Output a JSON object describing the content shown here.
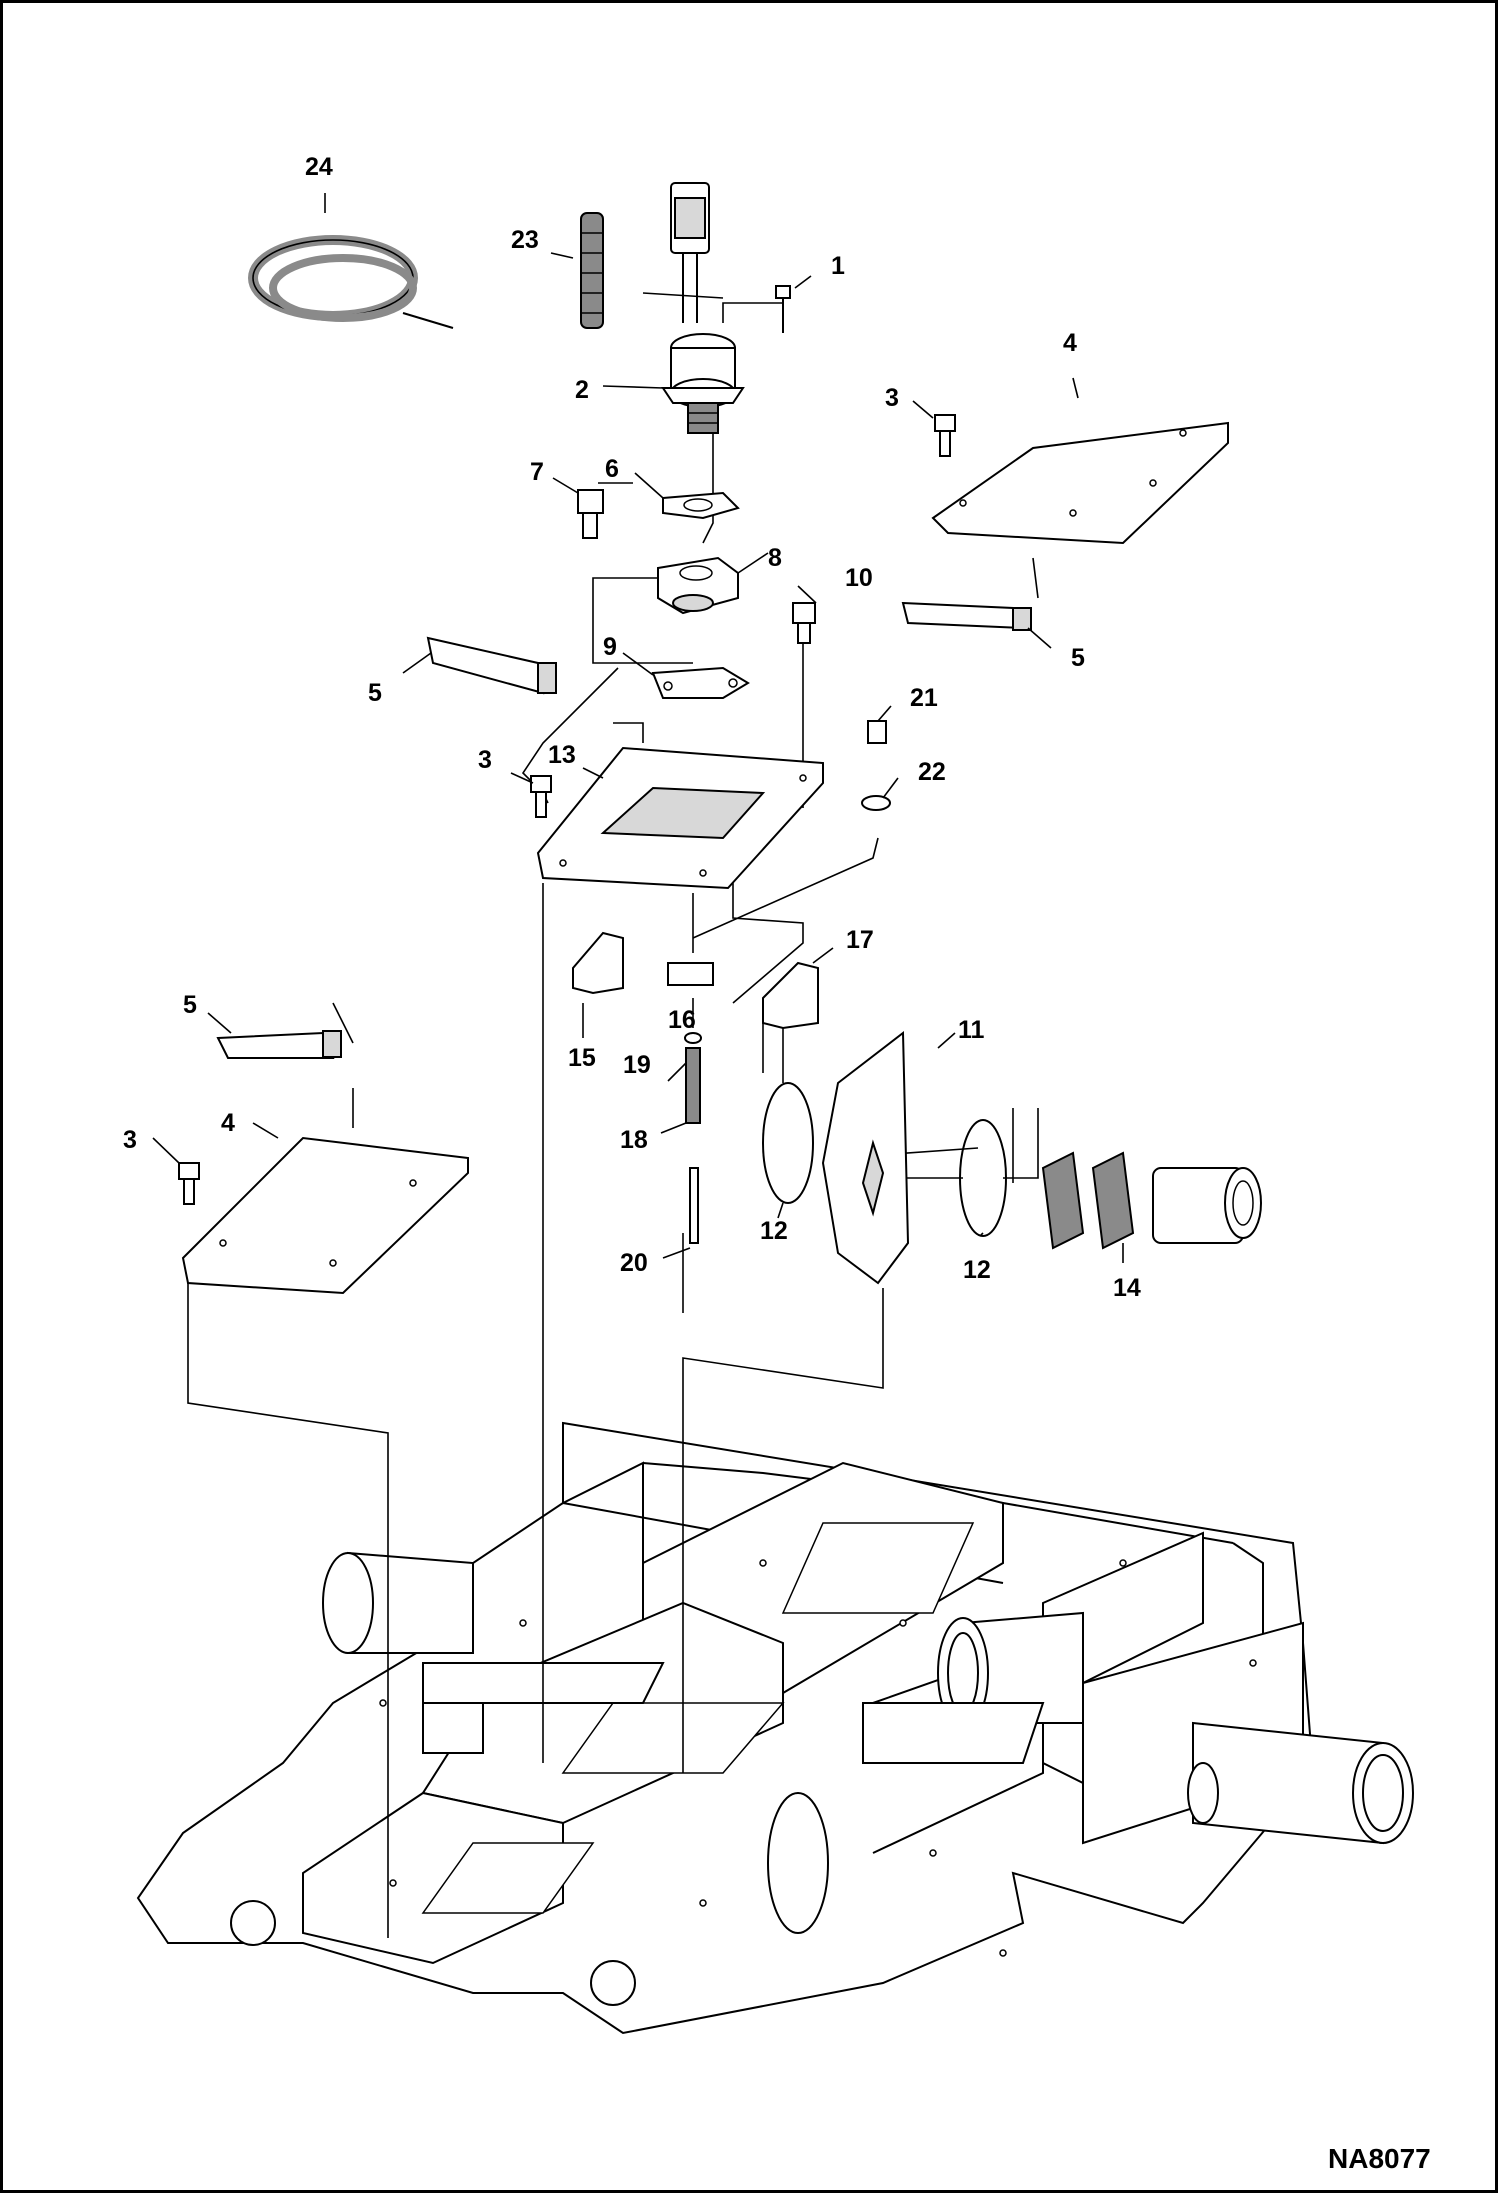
{
  "diagram": {
    "figure_id": "NA8077",
    "callouts": {
      "c1": "1",
      "c2": "2",
      "c3a": "3",
      "c3b": "3",
      "c3c": "3",
      "c4a": "4",
      "c4b": "4",
      "c5a": "5",
      "c5b": "5",
      "c5c": "5",
      "c6": "6",
      "c7": "7",
      "c8": "8",
      "c9": "9",
      "c10": "10",
      "c11": "11",
      "c12a": "12",
      "c12b": "12",
      "c13": "13",
      "c14": "14",
      "c15": "15",
      "c16": "16",
      "c17": "17",
      "c18": "18",
      "c19": "19",
      "c20": "20",
      "c21": "21",
      "c22": "22",
      "c23": "23",
      "c24": "24"
    },
    "style": {
      "line_color": "#000000",
      "background": "#ffffff",
      "shade": "#d8d8d8"
    }
  }
}
